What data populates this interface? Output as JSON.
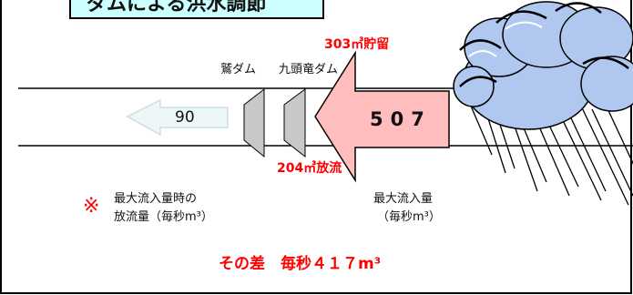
{
  "title_box": {
    "text": "ダムによる洪水調節",
    "bg": "#ccffff"
  },
  "river": {
    "outflow_value": "90",
    "inflow_value": "507"
  },
  "dams": {
    "washi_label": "鷲ダム",
    "kuzuryu_label": "九頭竜ダム"
  },
  "labels": {
    "storage": "303㎥貯留",
    "release": "204㎥放流",
    "max_inflow": "最大流入量",
    "max_inflow_unit": "（毎秒m³）",
    "note_mark": "※",
    "note_line1": "最大流入量時の",
    "note_line2": "放流量（毎秒m³）",
    "difference": "その差　毎秒４１７m³"
  },
  "colors": {
    "inflow_arrow": "#ffbdbd",
    "outflow_arrow": "#eef7f7",
    "dam": "#c8c8c8",
    "cloud": "#b0c8f0",
    "accent_red": "#ff0000"
  }
}
